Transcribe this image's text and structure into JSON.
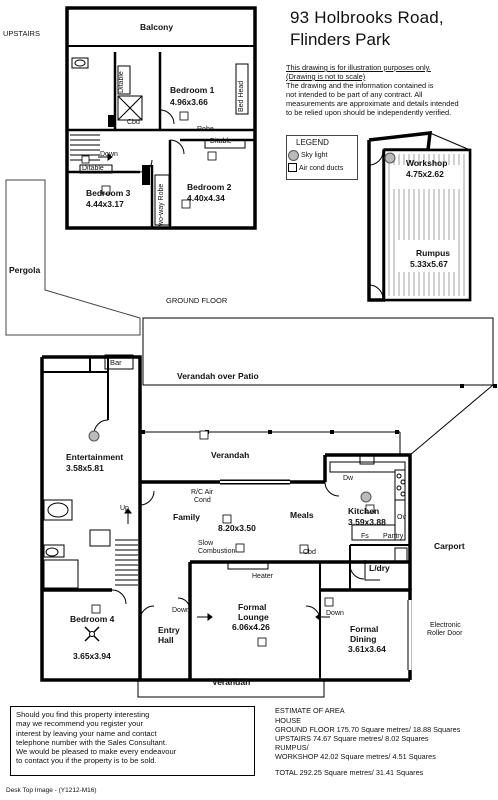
{
  "header": {
    "address_line1": "93 Holbrooks Road,",
    "address_line2": "Flinders Park"
  },
  "disclaimer": {
    "line1": "This drawing is for illustration purposes only.",
    "line2": "(Drawing is not to scale)",
    "line3": "The drawing and the information contained is",
    "line4": "not intended to be part of any contract.  All",
    "line5": "measurements are approximate and details intended",
    "line6": "to be relied upon should be independently verified."
  },
  "legend": {
    "title": "LEGEND",
    "skylight": "Sky light",
    "aircon": "Air cond ducts"
  },
  "levels": {
    "upstairs": "UPSTAIRS",
    "ground": "GROUND FLOOR"
  },
  "rooms": {
    "balcony": "Balcony",
    "bed1": "Bedroom 1",
    "bed1_dim": "4.96x3.66",
    "bed2": "Bedroom 2",
    "bed2_dim": "4.40x4.34",
    "bed3": "Bedroom 3",
    "bed3_dim": "4.44x3.17",
    "workshop": "Workshop",
    "workshop_dim": "4.75x2.62",
    "rumpus": "Rumpus",
    "rumpus_dim": "5.33x5.67",
    "pergola": "Pergola",
    "verandah_patio": "Verandah over Patio",
    "bar": "Bar",
    "entertainment": "Entertainment",
    "entertainment_dim": "3.58x5.81",
    "verandah_mid": "Verandah",
    "family": "Family",
    "family_dim": "8.20x3.50",
    "meals": "Meals",
    "kitchen": "Kitchen",
    "kitchen_dim": "3.59x3.88",
    "carport": "Carport",
    "bed4": "Bedroom 4",
    "bed4_dim": "3.65x3.94",
    "entry1": "Entry",
    "entry2": "Hall",
    "lounge1": "Formal",
    "lounge2": "Lounge",
    "lounge_dim": "6.06x4.26",
    "dining1": "Formal",
    "dining2": "Dining",
    "dining_dim": "3.61x3.64",
    "laundry": "L/dry",
    "verandah_bottom": "Verandah"
  },
  "fixtures": {
    "ditable": "Ditable",
    "bed_head": "Bed Head",
    "cbd": "Cbd",
    "robe": "Robe",
    "two_way_robe": "Two-way Robe",
    "down": "Down",
    "up": "Up",
    "rc_air": "R/C Air",
    "cond": "Cond",
    "slow": "Slow",
    "combustion": "Combustion",
    "heater": "Heater",
    "dw": "Dw",
    "ov": "Ov",
    "fs": "Fs",
    "pantry": "Pantry",
    "electronic": "Electronic",
    "roller_door": "Roller Door"
  },
  "estimate": {
    "title": "ESTIMATE OF AREA",
    "house": "HOUSE",
    "ground": "GROUND FLOOR 175.70 Square metres/  18.88 Squares",
    "upstairs": "UPSTAIRS 74.67 Square metres/  8.02 Squares",
    "rumpus": "RUMPUS/",
    "workshop": "WORKSHOP 42.02 Square metres/  4.51 Squares",
    "total": "TOTAL  292.25 Square metres/  31.41 Squares"
  },
  "notice": {
    "line1": "Should you find this property interesting",
    "line2": "may we recommend you register your",
    "line3": "interest by leaving your name and contact",
    "line4": "telephone number with the Sales Consultant.",
    "line5": "We would be pleased to make every endeavour",
    "line6": "to contact you if the property is to be sold."
  },
  "footer": {
    "image_code": "Desk Top Image - (Y1212-M16)"
  }
}
